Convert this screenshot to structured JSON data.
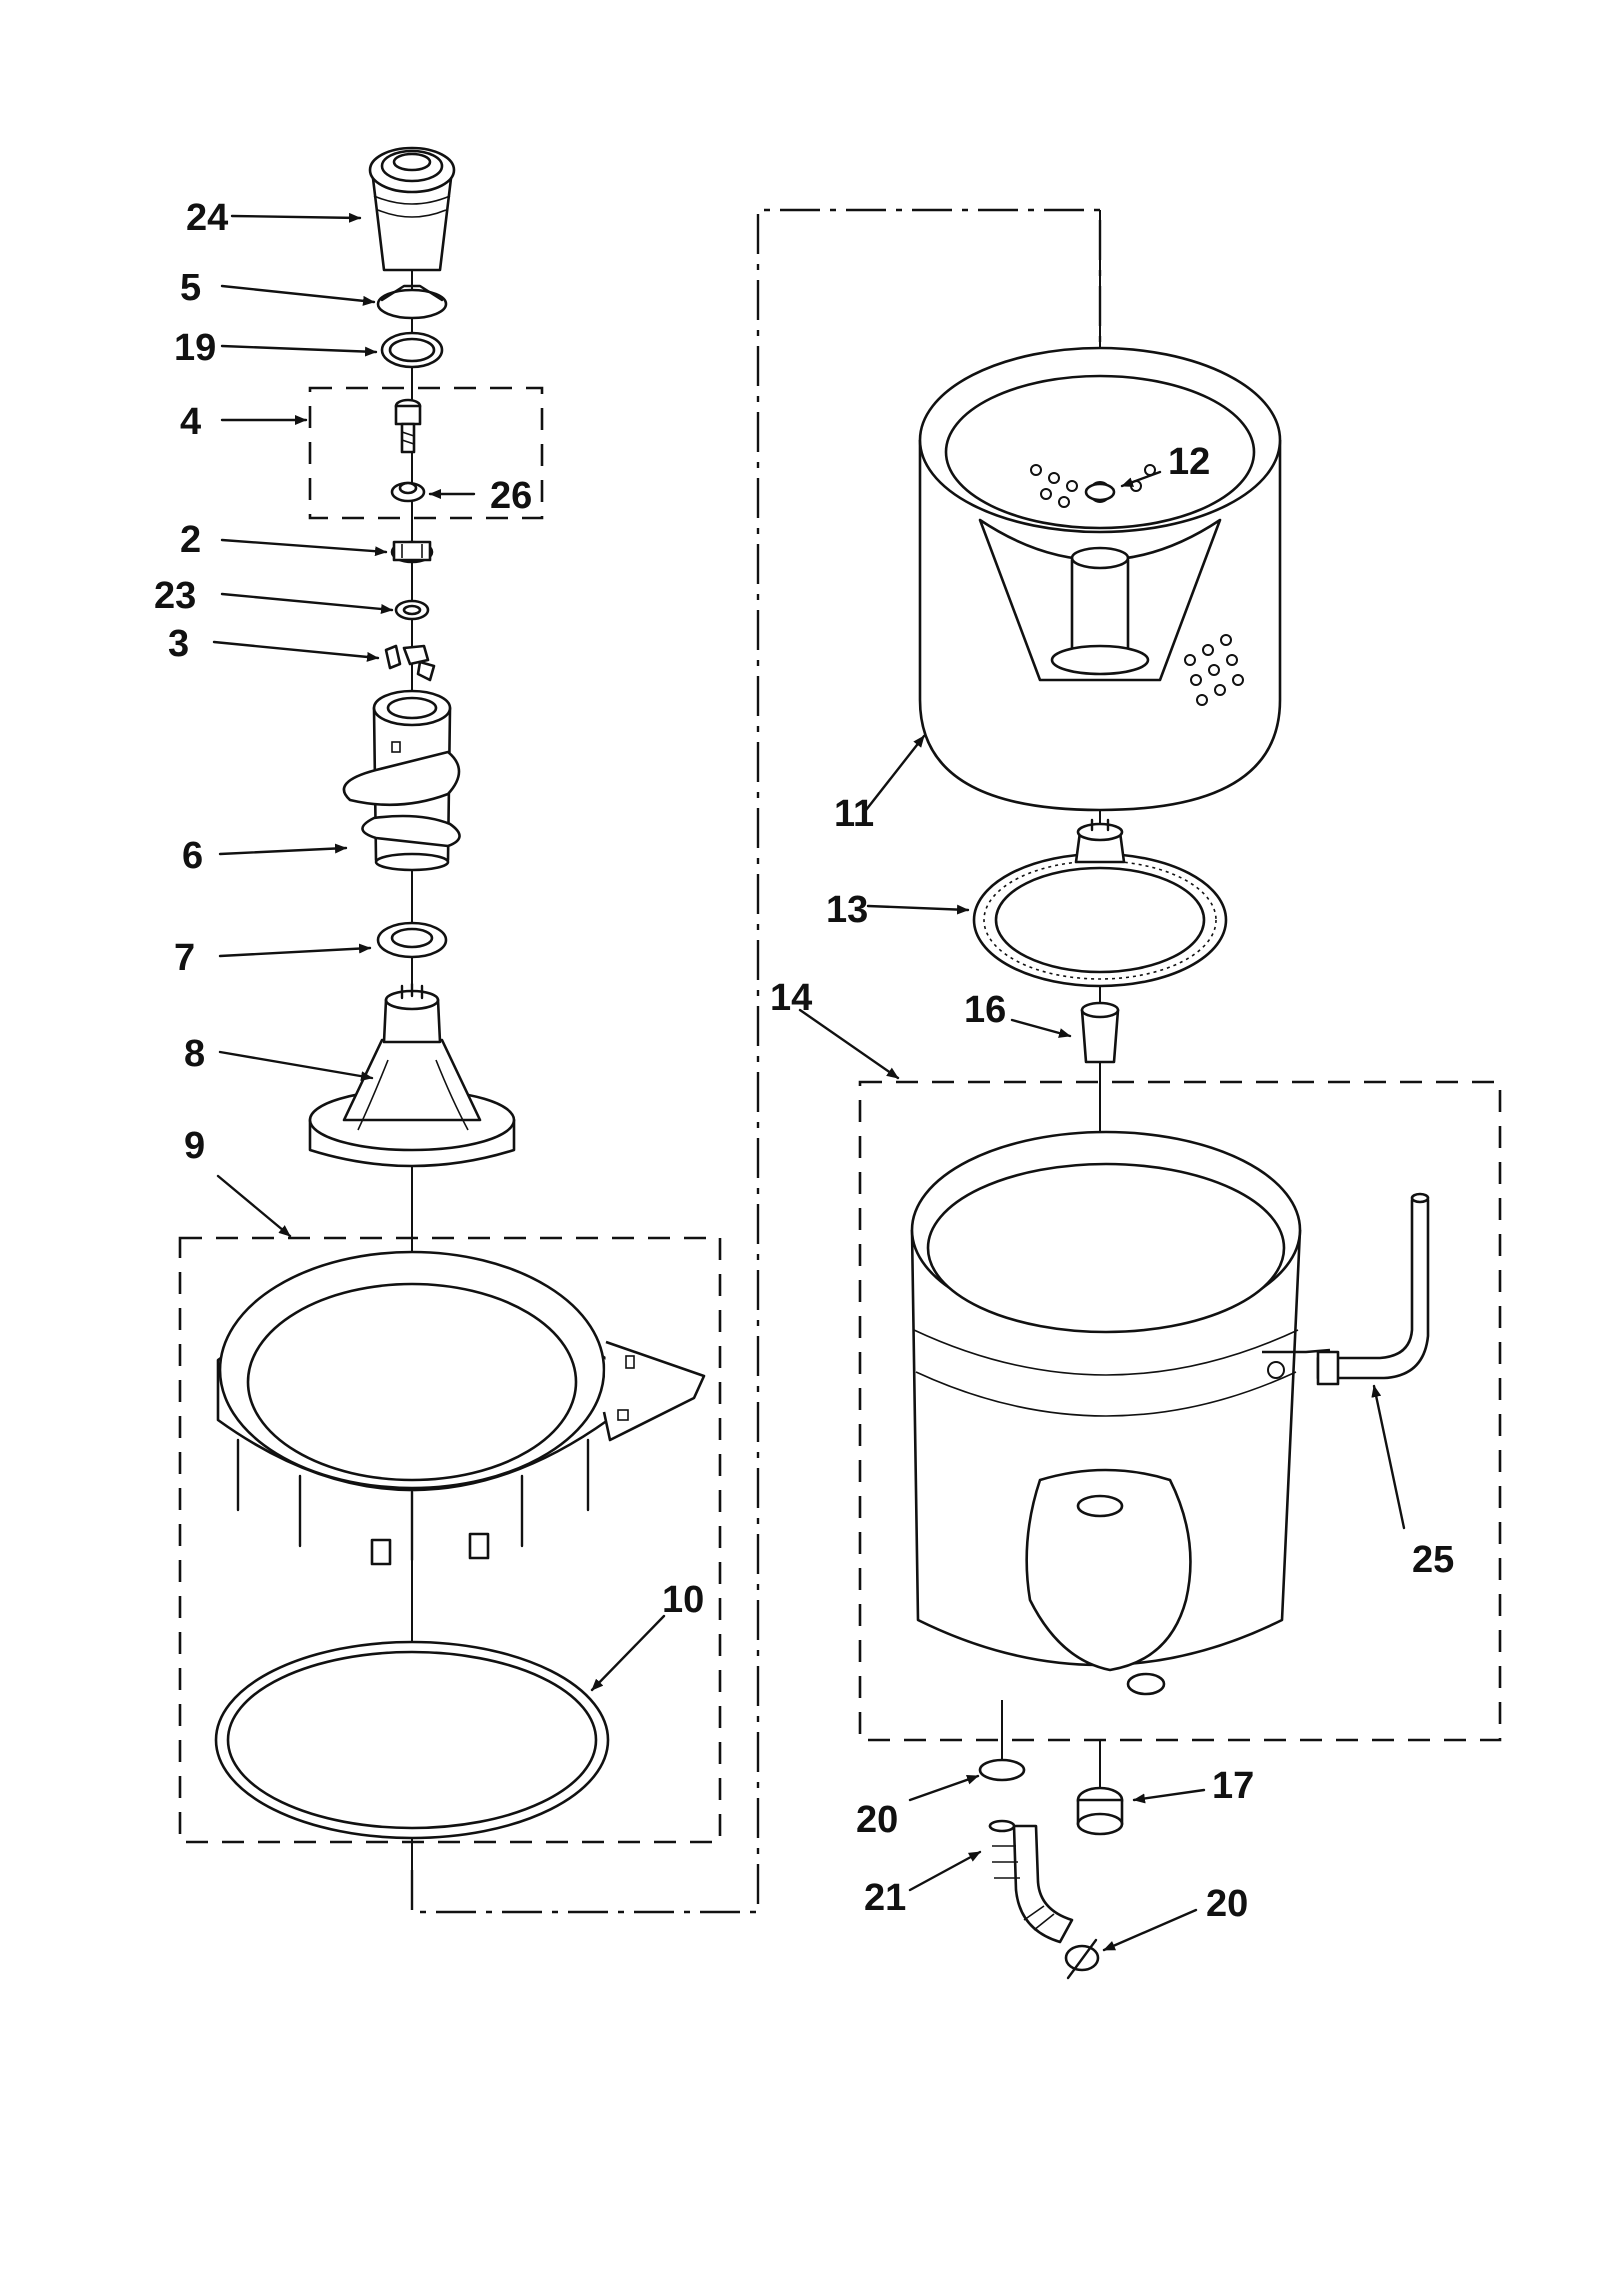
{
  "figure": {
    "callouts": {
      "p24": "24",
      "p5": "5",
      "p19": "19",
      "p4": "4",
      "p26": "26",
      "p2": "2",
      "p23": "23",
      "p3": "3",
      "p6": "6",
      "p7": "7",
      "p8": "8",
      "p9": "9",
      "p10": "10",
      "p11": "11",
      "p12": "12",
      "p13": "13",
      "p14": "14",
      "p16": "16",
      "p25": "25",
      "p20a": "20",
      "p17": "17",
      "p21": "21",
      "p20b": "20"
    },
    "line_color": "#111111",
    "background": "#ffffff"
  }
}
